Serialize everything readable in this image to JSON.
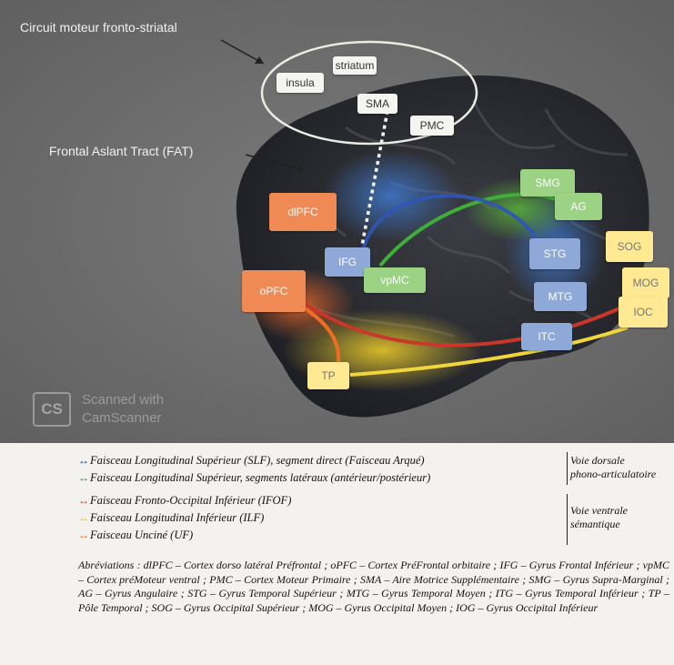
{
  "figure": {
    "annotations": {
      "circuit": "Circuit moteur fronto-striatal",
      "fat": "Frontal Aslant Tract (FAT)"
    },
    "labels": {
      "striatum": "striatum",
      "insula": "insula",
      "sma": "SMA",
      "pmc": "PMC",
      "dlpfc": "dlPFC",
      "opfc": "oPFC",
      "ifg": "IFG",
      "vpmc": "vpMC",
      "smg": "SMG",
      "ag": "AG",
      "stg": "STG",
      "mtg": "MTG",
      "itc": "ITC",
      "tp": "TP",
      "sog": "SOG",
      "mog": "MOG",
      "ioc": "IOC"
    },
    "watermark": {
      "logo": "CS",
      "line1": "Scanned with",
      "line2": "CamScanner"
    }
  },
  "legend": {
    "arrow_glyph": "↔",
    "items": [
      {
        "text": "Faisceau Longitudinal Supérieur (SLF), segment direct (Faisceau Arqué)",
        "color": "#1e3e9a"
      },
      {
        "text": "Faisceau Longitudinal Supérieur, segments latéraux (antérieur/postérieur)",
        "color": "#2e8a2e"
      },
      {
        "text": "Faisceau Fronto-Occipital Inférieur (IFOF)",
        "color": "#c83a2a"
      },
      {
        "text": "Faisceau Longitudinal Inférieur (ILF)",
        "color": "#e2c21a"
      },
      {
        "text": "Faisceau Unciné (UF)",
        "color": "#e06a1e"
      }
    ],
    "voie_dorsale": [
      "Voie dorsale",
      "phono-articulatoire"
    ],
    "voie_ventrale": [
      "Voie ventrale",
      "sémantique"
    ]
  },
  "abbreviations": "Abréviations : dlPFC – Cortex dorso latéral Préfrontal ; oPFC – Cortex PréFrontal orbitaire ; IFG – Gyrus Frontal Inférieur ; vpMC – Cortex préMoteur ventral ; PMC – Cortex Moteur Primaire ; SMA – Aire Motrice Supplémentaire ; SMG – Gyrus Supra-Marginal ; AG – Gyrus Angulaire ; STG – Gyrus Temporal Supérieur ; MTG – Gyrus Temporal Moyen ; ITG – Gyrus Temporal Inférieur ; TP – Pôle Temporal ; SOG – Gyrus Occipital Supérieur ; MOG – Gyrus Occipital Moyen ; IOG – Gyrus Occipital Inférieur"
}
